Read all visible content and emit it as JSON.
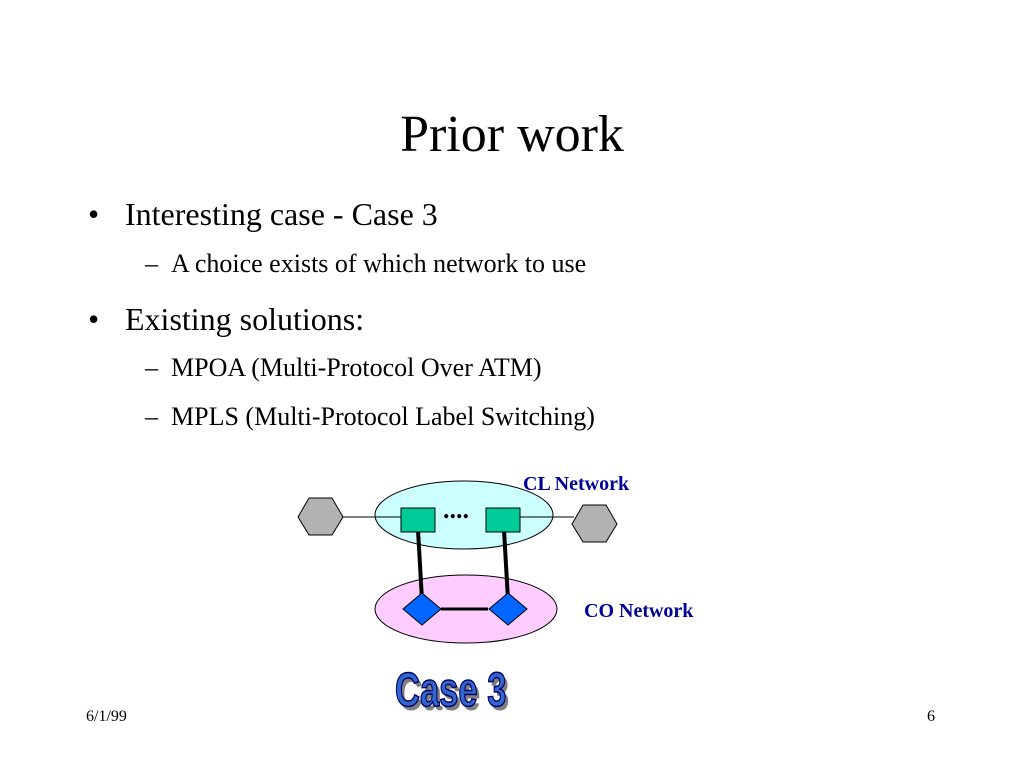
{
  "slide": {
    "title": "Prior work",
    "bullets": [
      {
        "mark": "•",
        "text": "Interesting case - Case 3"
      },
      {
        "mark": "–",
        "text": "A choice exists of which network to use"
      },
      {
        "mark": "•",
        "text": "Existing solutions:"
      },
      {
        "mark": "–",
        "text": "MPOA (Multi-Protocol Over ATM)"
      },
      {
        "mark": "–",
        "text": "MPLS (Multi-Protocol Label Switching)"
      }
    ]
  },
  "diagram": {
    "cl_label": "CL Network",
    "co_label": "CO Network",
    "dots": "....",
    "case_label": "Case 3",
    "colors": {
      "cl_ellipse": "#ccffff",
      "co_ellipse": "#ffccff",
      "router": "#00cc99",
      "switch": "#0066ff",
      "host": "#b2b2b2",
      "label": "#000099",
      "case_fill": "#3366cc"
    },
    "icons": [
      "host-hexagon-icon",
      "router-square-icon",
      "switch-diamond-icon"
    ]
  },
  "footer": {
    "date": "6/1/99",
    "page": "6"
  }
}
